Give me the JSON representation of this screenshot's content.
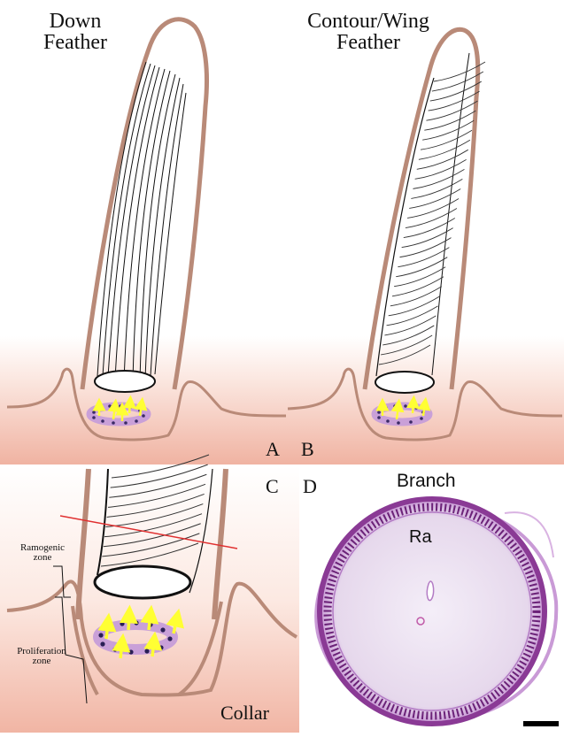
{
  "panel_a": {
    "title_line1": "Down",
    "title_line2": "Feather",
    "letter": "A"
  },
  "panel_b": {
    "title_line1": "Contour/Wing",
    "title_line2": "Feather",
    "letter": "B"
  },
  "panel_c": {
    "letter": "C",
    "ramogenic_line1": "Ramogenic",
    "ramogenic_line2": "zone",
    "prolif_line1": "Proliferation",
    "prolif_line2": "zone",
    "collar_label": "Collar"
  },
  "panel_d": {
    "letter": "D",
    "branch_label": "Branch",
    "ra_label": "Ra"
  },
  "colors": {
    "sheath": "#b98a78",
    "skin_pink": "#f2b8a7",
    "cell_purple": "#c9a0d8",
    "arrow": "#ffff33",
    "cut_line": "#e03030",
    "stain_purple": "#8a3a95"
  }
}
